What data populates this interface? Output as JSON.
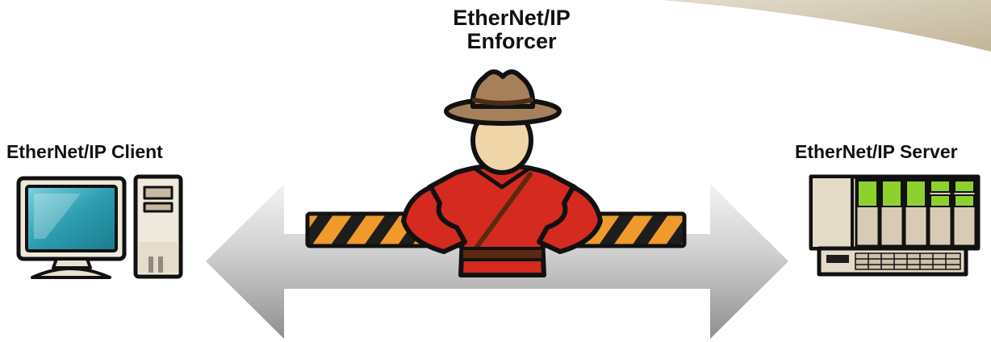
{
  "title": {
    "line1": "EtherNet/IP",
    "line2": "Enforcer"
  },
  "client": {
    "label": "EtherNet/IP Client",
    "icon": "desktop-computer-icon"
  },
  "server": {
    "label": "EtherNet/IP Server",
    "icon": "plc-rack-icon"
  },
  "enforcer": {
    "icon": "mountie-guard-icon",
    "barrier": "striped-barrier-gate"
  },
  "connection": {
    "type": "bidirectional-arrow"
  },
  "colors": {
    "screen": "#34a7b8",
    "uniform_red": "#d42a1f",
    "hat_tan": "#a6805b",
    "skin": "#f0d5a8",
    "barrier_orange": "#f19a2c",
    "io_green": "#8ed12e",
    "arrow_gray": "#c9c9c9",
    "corner_beige": "#cfc3ad"
  }
}
